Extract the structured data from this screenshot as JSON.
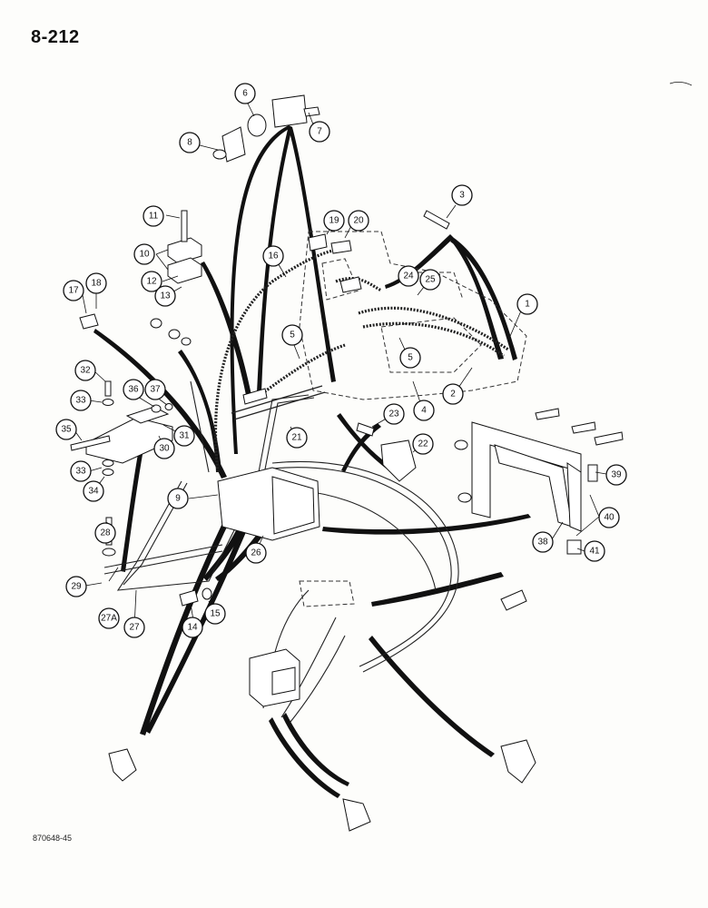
{
  "header": {
    "page_number": "8-212"
  },
  "footer": {
    "figure_code": "870648-45"
  },
  "callouts": [
    {
      "label": "1"
    },
    {
      "label": "2"
    },
    {
      "label": "3"
    },
    {
      "label": "4"
    },
    {
      "label": "5"
    },
    {
      "label": "5"
    },
    {
      "label": "6"
    },
    {
      "label": "7"
    },
    {
      "label": "8"
    },
    {
      "label": "9"
    },
    {
      "label": "10"
    },
    {
      "label": "11"
    },
    {
      "label": "12"
    },
    {
      "label": "13"
    },
    {
      "label": "14"
    },
    {
      "label": "15"
    },
    {
      "label": "16"
    },
    {
      "label": "17"
    },
    {
      "label": "18"
    },
    {
      "label": "19"
    },
    {
      "label": "20"
    },
    {
      "label": "21"
    },
    {
      "label": "22"
    },
    {
      "label": "23"
    },
    {
      "label": "24"
    },
    {
      "label": "25"
    },
    {
      "label": "26"
    },
    {
      "label": "27"
    },
    {
      "label": "27A"
    },
    {
      "label": "28"
    },
    {
      "label": "29"
    },
    {
      "label": "30"
    },
    {
      "label": "31"
    },
    {
      "label": "32"
    },
    {
      "label": "33"
    },
    {
      "label": "33"
    },
    {
      "label": "34"
    },
    {
      "label": "35"
    },
    {
      "label": "36"
    },
    {
      "label": "37"
    },
    {
      "label": "38"
    },
    {
      "label": "39"
    },
    {
      "label": "40"
    },
    {
      "label": "41"
    }
  ]
}
